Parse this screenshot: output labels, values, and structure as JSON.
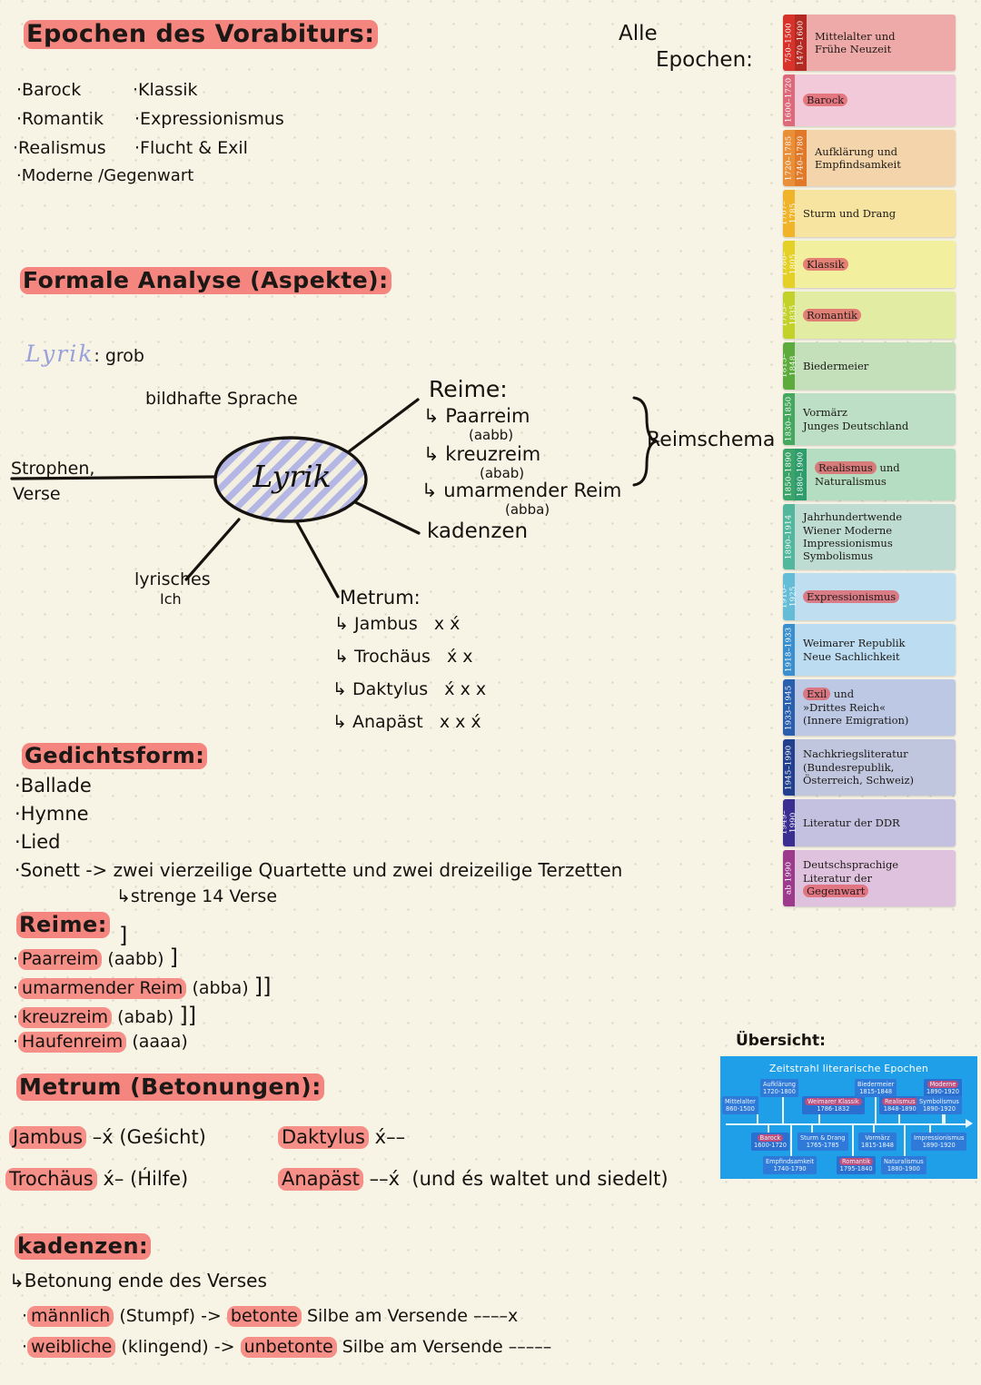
{
  "page": {
    "title": "Epochen des Vorabiturs:",
    "bg_color": "#f7f4e6",
    "marker_color": "#f0736c"
  },
  "epochen_list": {
    "heading": "Epochen des Vorabiturs:",
    "column_left": [
      "Barock",
      "Romantik",
      "Realismus",
      "Moderne /Gegenwart"
    ],
    "column_right": [
      "Klassik",
      "Expressionismus",
      "Flucht & Exil"
    ]
  },
  "alle_epochen_label": {
    "line1": "Alle",
    "line2": "Epochen:"
  },
  "formale_analyse": {
    "heading": "Formale Analyse (Aspekte):",
    "lyrik_label": "Lyrik",
    "lyrik_suffix": ": grob"
  },
  "mindmap": {
    "center": "Lyrik",
    "branches": {
      "bildhafte_sprache": "bildhafte Sprache",
      "strophen": "Strophen,",
      "verse": "Verse",
      "lyrisches": "lyrisches",
      "ich": "Ich",
      "kadenzen": "kadenzen"
    },
    "reime": {
      "title": "Reime:",
      "items": [
        {
          "arrow": "↳",
          "name": "Paarreim",
          "scheme": "(aabb)"
        },
        {
          "arrow": "↳",
          "name": "kreuzreim",
          "scheme": "(abab)"
        },
        {
          "arrow": "↳",
          "name": "umarmender Reim",
          "scheme": "(abba)"
        }
      ],
      "bracket_label": "Reimschema"
    },
    "metrum": {
      "title": "Metrum:",
      "items": [
        {
          "arrow": "↳",
          "name": "Jambus",
          "pattern": "x x́"
        },
        {
          "arrow": "↳",
          "name": "Trochäus",
          "pattern": "x́ x"
        },
        {
          "arrow": "↳",
          "name": "Daktylus",
          "pattern": "x́ x x"
        },
        {
          "arrow": "↳",
          "name": "Anapäst",
          "pattern": "x x x́"
        }
      ]
    }
  },
  "gedichtsform": {
    "heading": "Gedichtsform:",
    "items": [
      "Ballade",
      "Hymne",
      "Lied"
    ],
    "sonett": "Sonett -> zwei vierzeilige Quartette und zwei dreizeilige Terzetten",
    "sonett_sub": "↳strenge 14 Verse"
  },
  "reime_section": {
    "heading": "Reime:",
    "items": [
      {
        "name": "Paarreim",
        "scheme": "(aabb)",
        "bracket": "]"
      },
      {
        "name": "umarmender Reim",
        "scheme": "(abba)",
        "bracket": "]]"
      },
      {
        "name": "kreuzreim",
        "scheme": "(abab)",
        "bracket": "]]"
      },
      {
        "name": "Haufenreim",
        "scheme": "(aaaa)",
        "bracket": ""
      }
    ]
  },
  "metrum_section": {
    "heading": "Metrum (Betonungen):",
    "rows": [
      {
        "name": "Jambus",
        "pattern": "–x́",
        "example": "(Geśicht)",
        "name2": "Daktylus",
        "pattern2": "x́––"
      },
      {
        "name": "Trochäus",
        "pattern": "x́–",
        "example": "(H́ilfe)",
        "name2": "Anapäst",
        "pattern2": "––x́",
        "example2": "(und és waltet und siedelt)"
      }
    ]
  },
  "kadenzen_section": {
    "heading": "kadenzen:",
    "sub": "↳Betonung ende des Verses",
    "items": [
      {
        "type": "männlich",
        "paren": "(Stumpf)",
        "arrow": "->",
        "stress": "betonte",
        "rest": "Silbe am Versende",
        "pattern": "––––x"
      },
      {
        "type": "weibliche",
        "paren": "(klingend)",
        "arrow": "->",
        "stress": "unbetonte",
        "rest": "Silbe am Versende",
        "pattern": "–––––"
      }
    ]
  },
  "epoch_timeline": {
    "rows": [
      {
        "name": "Mittelalter und\nFrühe Neuzeit",
        "dates": [
          "750–1500",
          "1470–1600"
        ],
        "date_colors": [
          "#d7332a",
          "#b22a22"
        ],
        "bg": "#eeaaa8",
        "marked": null
      },
      {
        "name": "Barock",
        "dates": [
          "1600–1720"
        ],
        "date_colors": [
          "#dd6a7b"
        ],
        "bg": "#f2c9d8",
        "marked": "Barock"
      },
      {
        "name": "Aufklärung und\nEmpfindsamkeit",
        "dates": [
          "1720–1785",
          "1740–1780"
        ],
        "date_colors": [
          "#e98f38",
          "#e07a2a"
        ],
        "bg": "#f4d5ab",
        "marked": null
      },
      {
        "name": "Sturm und Drang",
        "dates": [
          "1767–1785"
        ],
        "date_colors": [
          "#efb42a"
        ],
        "bg": "#f6e4a0",
        "marked": null
      },
      {
        "name": "Klassik",
        "dates": [
          "1786–1805"
        ],
        "date_colors": [
          "#e5d028"
        ],
        "bg": "#f2ef9e",
        "marked": "Klassik"
      },
      {
        "name": "Romantik",
        "dates": [
          "1795–1835"
        ],
        "date_colors": [
          "#c3d22a"
        ],
        "bg": "#e2eda3",
        "marked": "Romantik"
      },
      {
        "name": "Biedermeier",
        "dates": [
          "1815–1848"
        ],
        "date_colors": [
          "#5dab3c"
        ],
        "bg": "#c3e0bb",
        "marked": null
      },
      {
        "name": "Vormärz\nJunges Deutschland",
        "dates": [
          "1830–1850"
        ],
        "date_colors": [
          "#46a75e"
        ],
        "bg": "#bcdfc5",
        "marked": null
      },
      {
        "name": "Realismus und\nNaturalismus",
        "dates": [
          "1850–1890",
          "1880–1900"
        ],
        "date_colors": [
          "#3da469",
          "#2f9c6d"
        ],
        "bg": "#b5ddc1",
        "marked": "Realismus"
      },
      {
        "name": "Jahrhundertwende\nWiener Moderne\nImpressionismus\nSymbolismus",
        "dates": [
          "1890–1914"
        ],
        "date_colors": [
          "#52b79c"
        ],
        "bg": "#bfdcd2",
        "marked": null
      },
      {
        "name": "Expressionismus",
        "dates": [
          "1910–1925"
        ],
        "date_colors": [
          "#65bcd6"
        ],
        "bg": "#bfdff0",
        "marked": "Expressionismus"
      },
      {
        "name": "Weimarer Republik\nNeue Sachlichkeit",
        "dates": [
          "1918–1933"
        ],
        "date_colors": [
          "#3b8fcf"
        ],
        "bg": "#bcdcf2",
        "marked": null
      },
      {
        "name": "Exil und\n»Drittes Reich«\n(Innere Emigration)",
        "dates": [
          "1933–1945"
        ],
        "date_colors": [
          "#2a5fae"
        ],
        "bg": "#bcc8e4",
        "marked": "Exil"
      },
      {
        "name": "Nachkriegsliteratur\n(Bundesrepublik,\nÖsterreich, Schweiz)",
        "dates": [
          "1945–1990"
        ],
        "date_colors": [
          "#23408f"
        ],
        "bg": "#c0c6de",
        "marked": null
      },
      {
        "name": "Literatur der DDR",
        "dates": [
          "1949–1990"
        ],
        "date_colors": [
          "#3a2f91"
        ],
        "bg": "#c3c0e0",
        "marked": null
      },
      {
        "name": "Deutschsprachige\nLiteratur der\nGegenwart",
        "dates": [
          "ab 1990"
        ],
        "date_colors": [
          "#9c3a8c"
        ],
        "bg": "#dfc2de",
        "marked": "Gegenwart"
      }
    ]
  },
  "ubersicht_label": "Übersicht:",
  "chart_data": {
    "type": "timeline",
    "title": "Zeitstrahl literarische Epochen",
    "bg_color": "#1f9fe8",
    "axis_color": "#eaf6ff",
    "entries": [
      {
        "name": "Mittelalter",
        "years": "860-1500",
        "highlighted": false
      },
      {
        "name": "Aufklärung",
        "years": "1720-1800",
        "highlighted": false
      },
      {
        "name": "Barock",
        "years": "1600-1720",
        "highlighted": true
      },
      {
        "name": "Empfindsamkeit",
        "years": "1740-1790",
        "highlighted": false
      },
      {
        "name": "Weimarer Klassik",
        "years": "1786-1832",
        "highlighted": true
      },
      {
        "name": "Sturm & Drang",
        "years": "1765-1785",
        "highlighted": false
      },
      {
        "name": "Romantik",
        "years": "1795-1840",
        "highlighted": true
      },
      {
        "name": "Biedermeier",
        "years": "1815-1848",
        "highlighted": false
      },
      {
        "name": "Realismus",
        "years": "1848-1890",
        "highlighted": true
      },
      {
        "name": "Vormärz",
        "years": "1815-1848",
        "highlighted": false
      },
      {
        "name": "Naturalismus",
        "years": "1880-1900",
        "highlighted": false
      },
      {
        "name": "Moderne",
        "years": "1890-1920",
        "highlighted": true
      },
      {
        "name": "Symbolismus",
        "years": "1890-1920",
        "highlighted": false
      },
      {
        "name": "Impressionismus",
        "years": "1890-1920",
        "highlighted": false
      }
    ]
  }
}
